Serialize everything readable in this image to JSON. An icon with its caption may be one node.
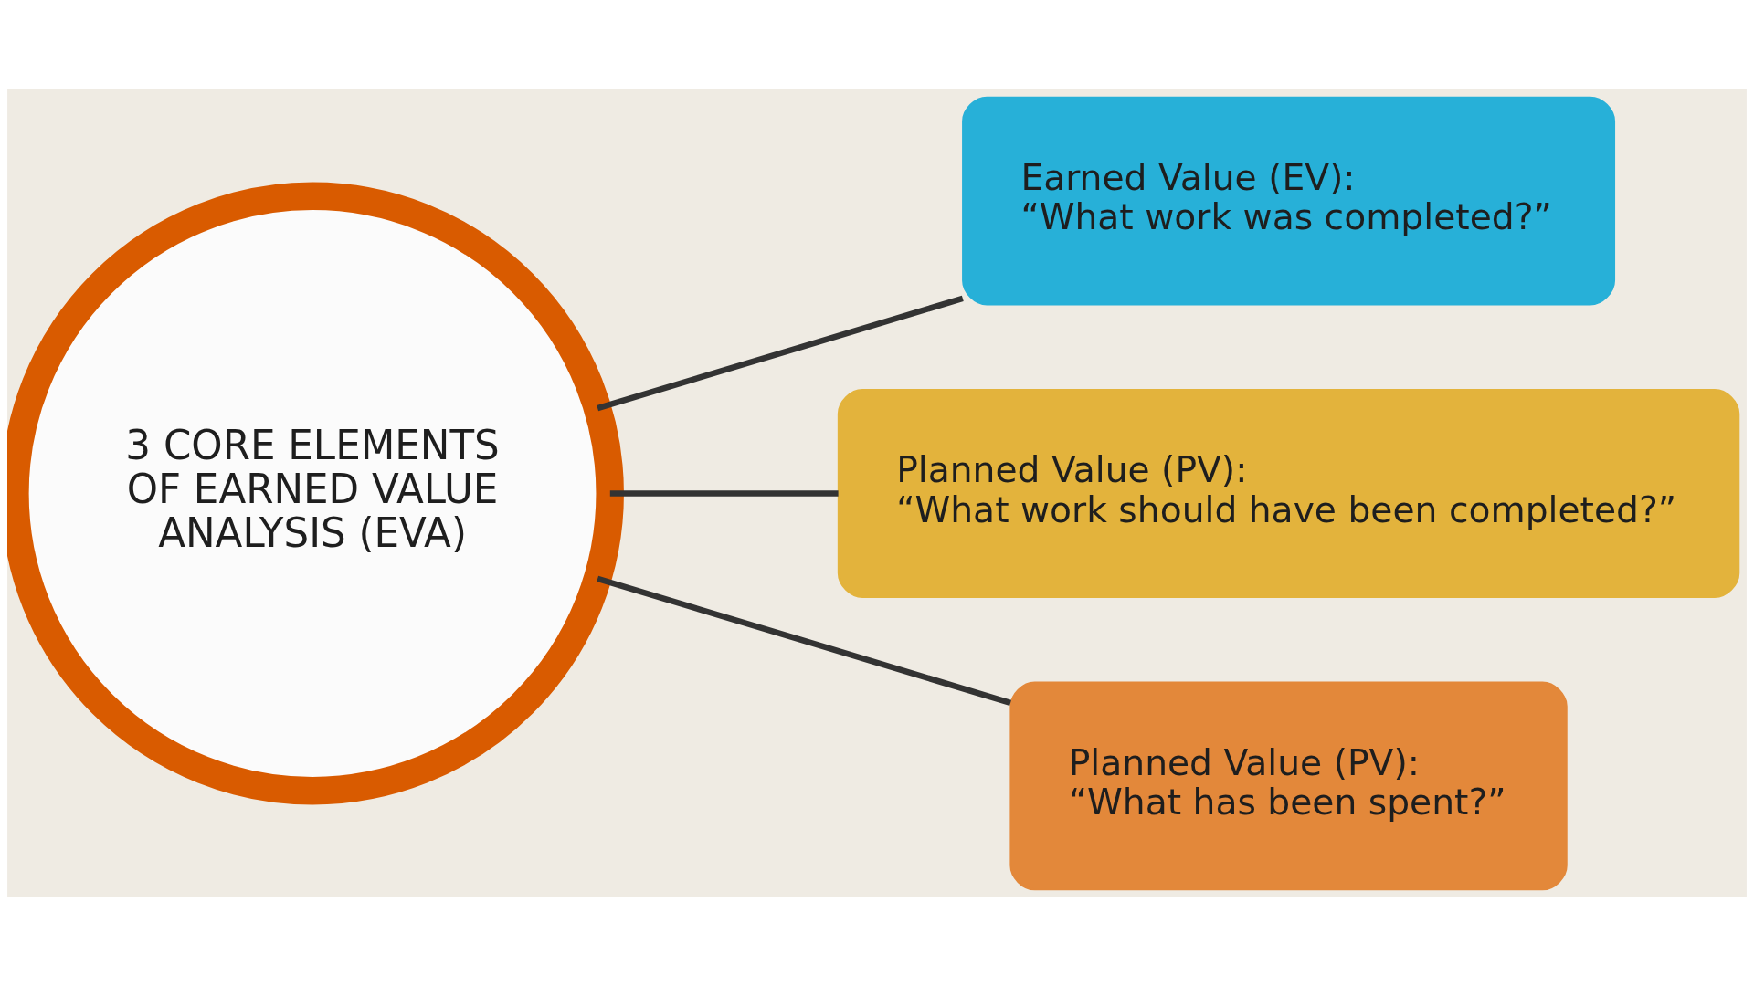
{
  "diagram": {
    "nodes": [
      {
        "text": [
          "3 CORE ELEMENTS OF EARNED VALUE ANALYSIS (EVA)"
        ]
      },
      {
        "text": [
          "Earned Value (EV):",
          "“What work was completed?”"
        ]
      },
      {
        "text": [
          "Planned Value (PV):",
          "“What work should have been completed?”"
        ]
      },
      {
        "text": [
          "Planned Value (PV):",
          "“What has been spent?”"
        ]
      }
    ],
    "edges": [
      {
        "from": 0,
        "to": 1,
        "arrow": "none"
      },
      {
        "from": 0,
        "to": 2,
        "arrow": "none"
      },
      {
        "from": 0,
        "to": 3,
        "arrow": "none"
      }
    ]
  }
}
